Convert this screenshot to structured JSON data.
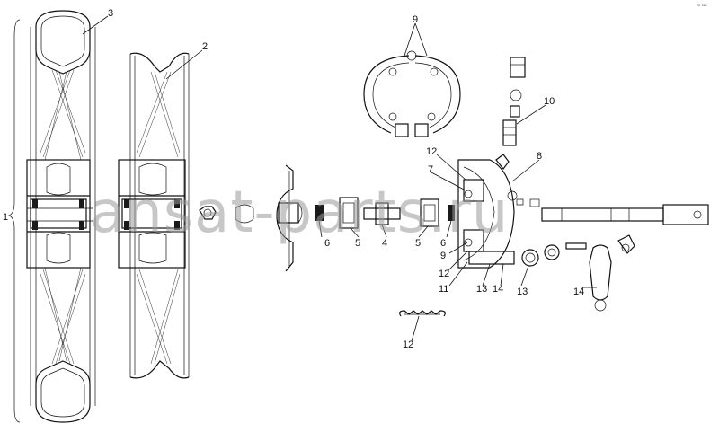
{
  "diagram": {
    "watermark": "ansat-parts.ru",
    "corner_mark": "ᵐ ˢᵉᵉ",
    "callouts": [
      {
        "id": "c-1",
        "text": "1"
      },
      {
        "id": "c-2",
        "text": "2"
      },
      {
        "id": "c-3",
        "text": "3"
      },
      {
        "id": "c-4",
        "text": "4"
      },
      {
        "id": "c-5a",
        "text": "5"
      },
      {
        "id": "c-5b",
        "text": "5"
      },
      {
        "id": "c-6a",
        "text": "6"
      },
      {
        "id": "c-6b",
        "text": "6"
      },
      {
        "id": "c-7",
        "text": "7"
      },
      {
        "id": "c-8",
        "text": "8"
      },
      {
        "id": "c-9a",
        "text": "9"
      },
      {
        "id": "c-9b",
        "text": "9"
      },
      {
        "id": "c-10",
        "text": "10"
      },
      {
        "id": "c-11",
        "text": "11"
      },
      {
        "id": "c-12a",
        "text": "12"
      },
      {
        "id": "c-12b",
        "text": "12"
      },
      {
        "id": "c-12c",
        "text": "12"
      },
      {
        "id": "c-13a",
        "text": "13"
      },
      {
        "id": "c-13b",
        "text": "13"
      },
      {
        "id": "c-14a",
        "text": "14"
      },
      {
        "id": "c-14b",
        "text": "14"
      }
    ]
  }
}
